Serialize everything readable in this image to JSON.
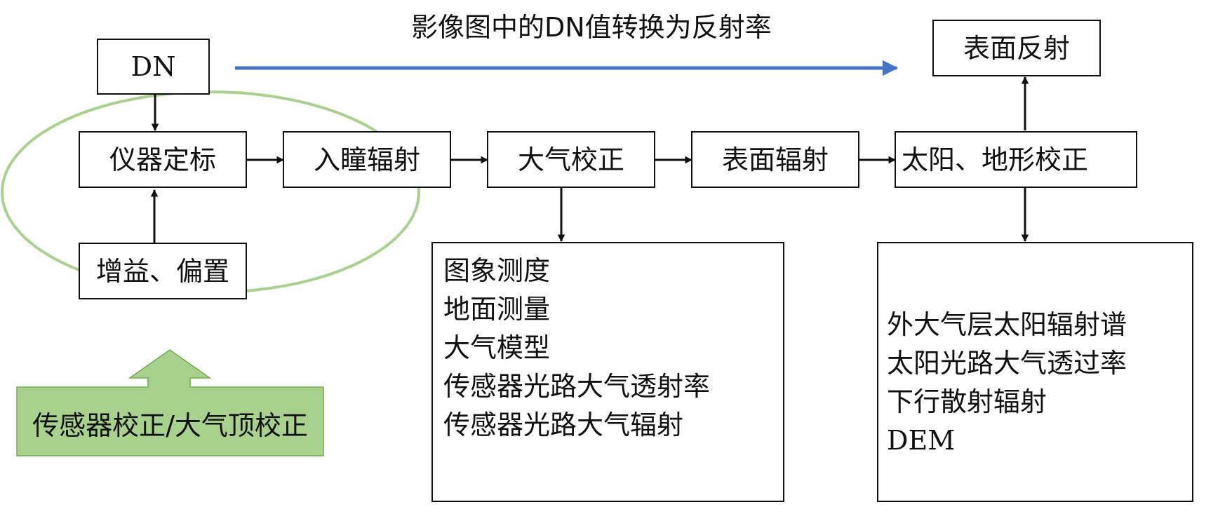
{
  "title": "影像图中的DN值转换为反射率",
  "nodes": {
    "dn": "DN",
    "calibration": "仪器定标",
    "radiance": "入瞳辐射",
    "atmospheric": "大气校正",
    "surface_radiance": "表面辐射",
    "terrain": "太阳、地形校正",
    "surface_reflectance": "表面反射",
    "gain_offset": "增益、偏置"
  },
  "atmos_inputs": [
    "图象测度",
    "地面测量",
    "大气模型",
    "传感器光路大气透射率",
    "传感器光路大气辐射"
  ],
  "terrain_inputs": [
    "外大气层太阳辐射谱",
    "太阳光路大气透过率",
    "下行散射辐射",
    "DEM"
  ],
  "callout": "传感器校正/大气顶校正",
  "colors": {
    "arrow": "#111111",
    "blue_arrow": "#4472C4",
    "ellipse": "#A9D18E",
    "callout_fill": "#A9D18E",
    "callout_border": "#70AD47"
  }
}
